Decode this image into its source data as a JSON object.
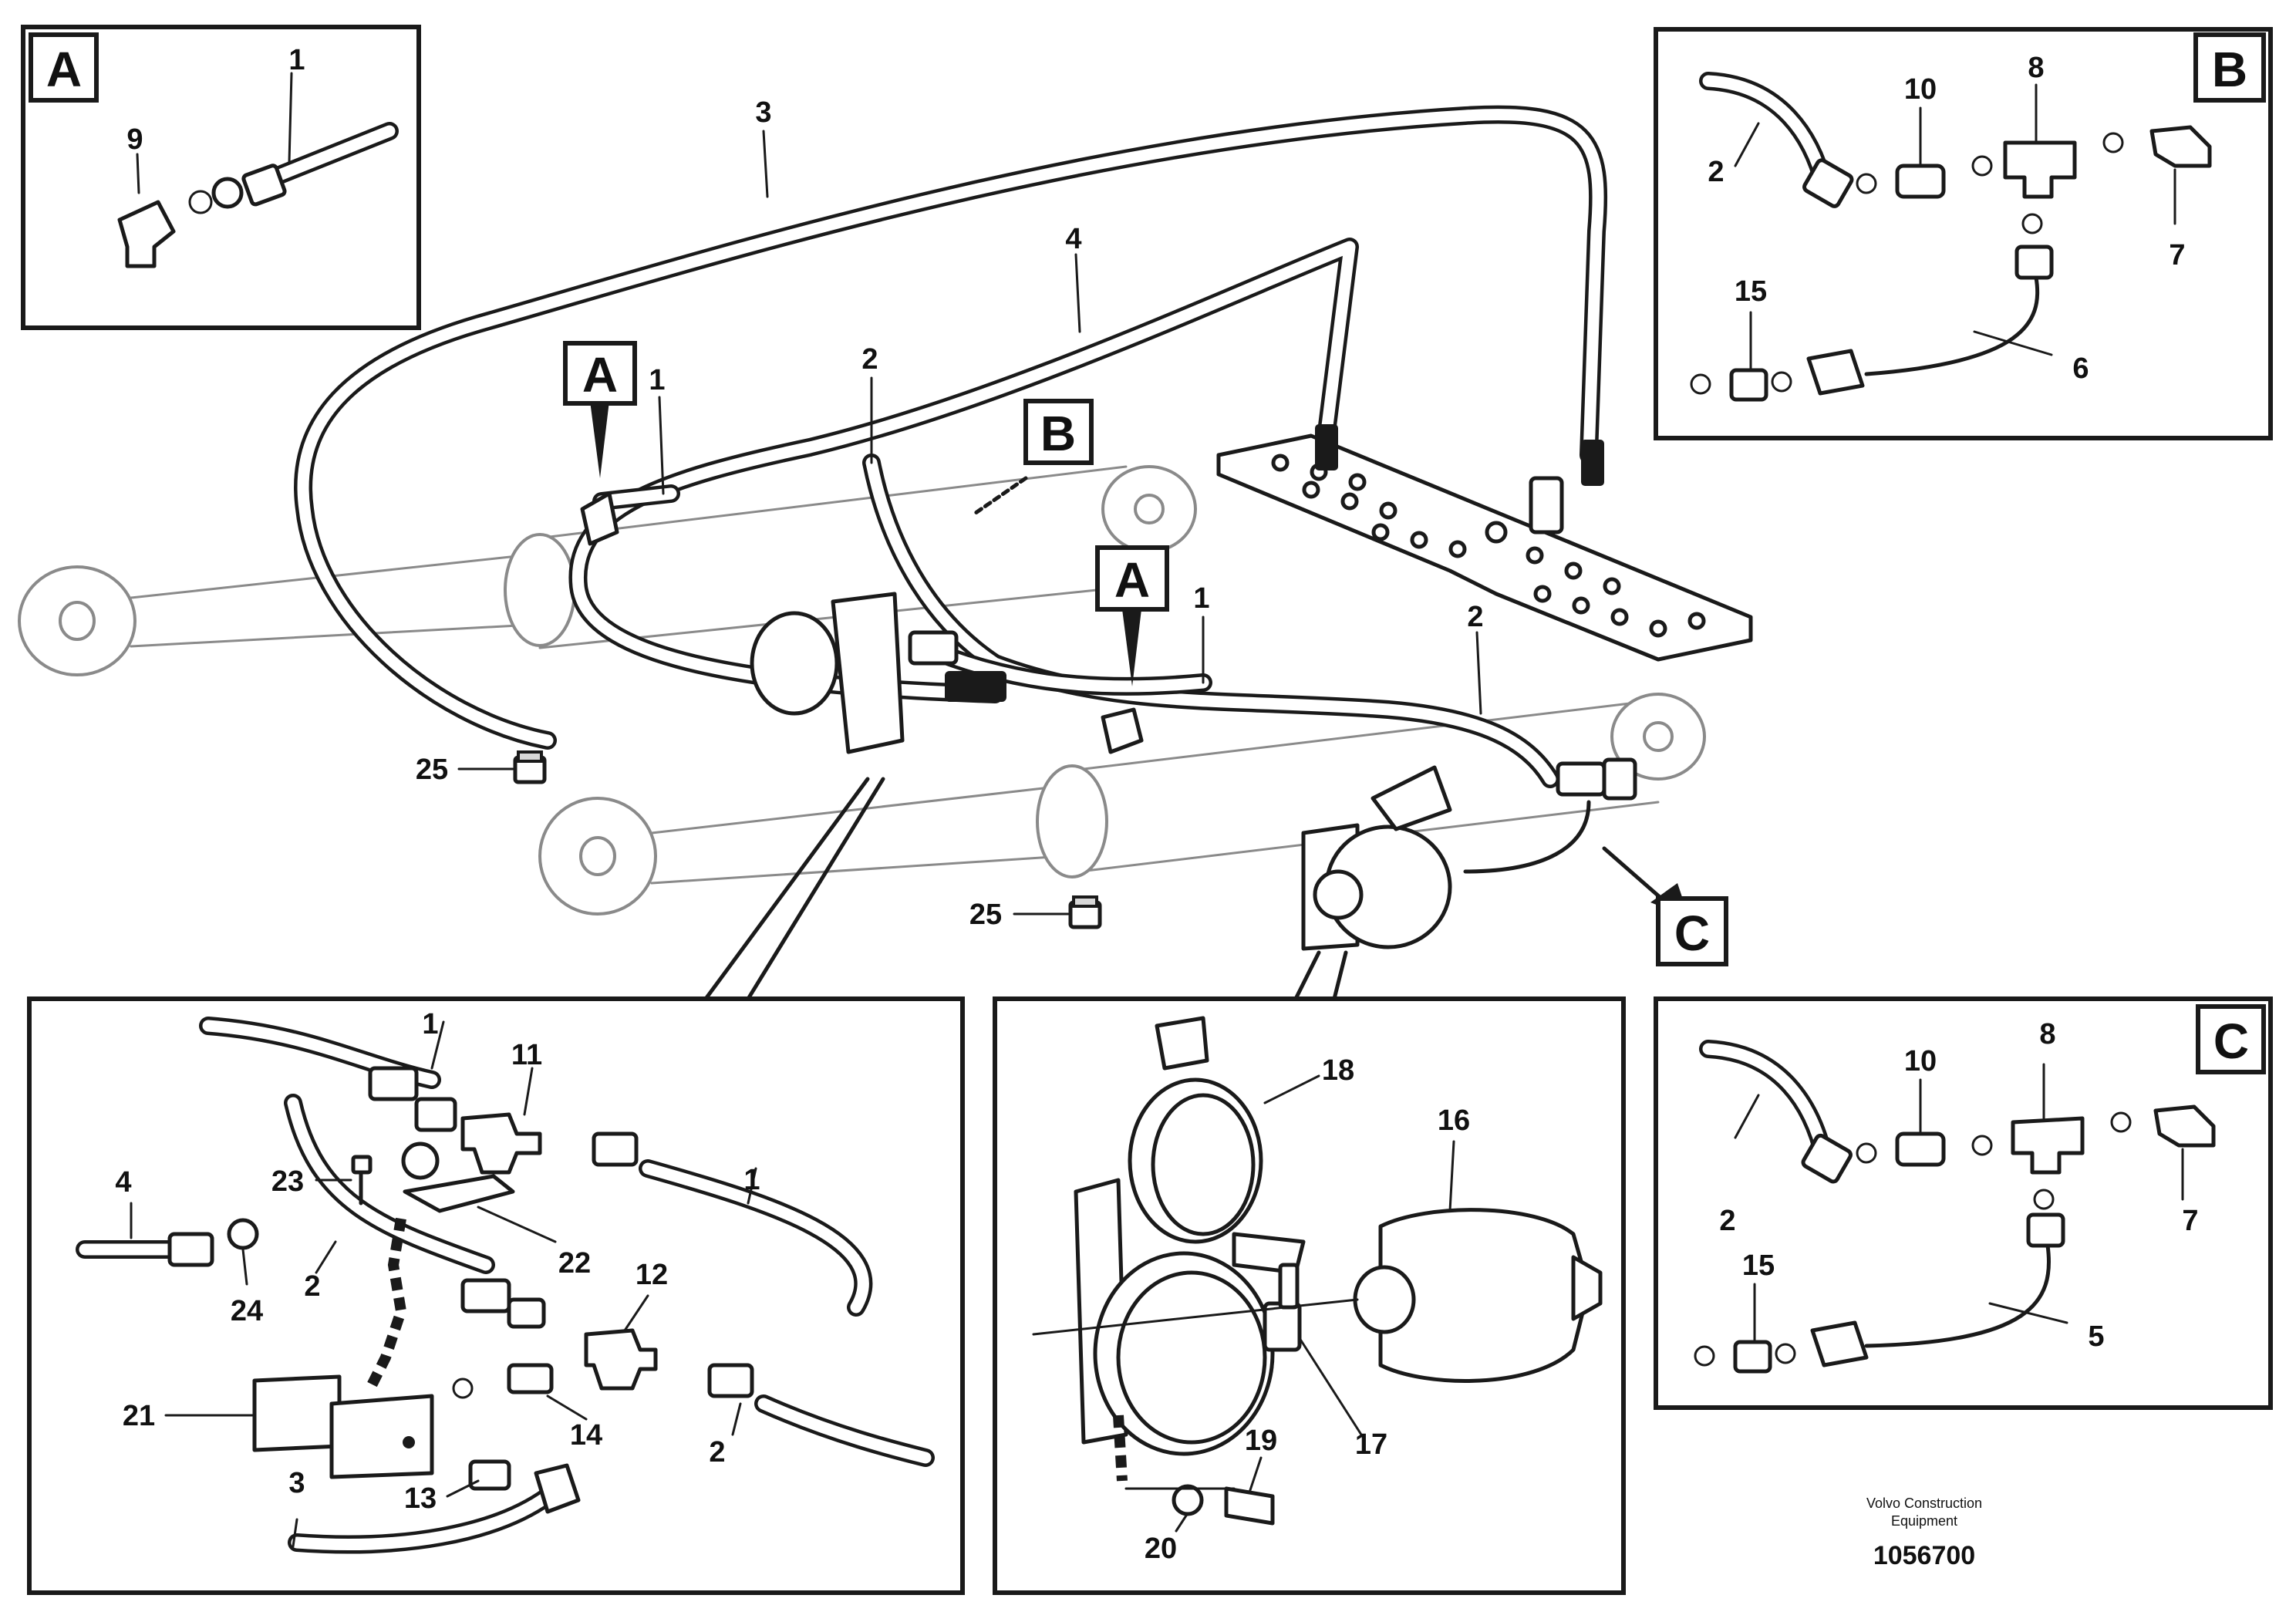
{
  "diagram": {
    "view_tags": {
      "a": "A",
      "b": "B",
      "c": "C"
    },
    "callouts": {
      "n1": "1",
      "n2": "2",
      "n3": "3",
      "n4": "4",
      "n5": "5",
      "n6": "6",
      "n7": "7",
      "n8": "8",
      "n9": "9",
      "n10": "10",
      "n11": "11",
      "n12": "12",
      "n13": "13",
      "n14": "14",
      "n15": "15",
      "n16": "16",
      "n17": "17",
      "n18": "18",
      "n19": "19",
      "n20": "20",
      "n21": "21",
      "n22": "22",
      "n23": "23",
      "n24": "24",
      "n25": "25"
    },
    "footer": {
      "credit_line1": "Volvo Construction",
      "credit_line2": "Equipment",
      "document_number": "1056700"
    }
  }
}
